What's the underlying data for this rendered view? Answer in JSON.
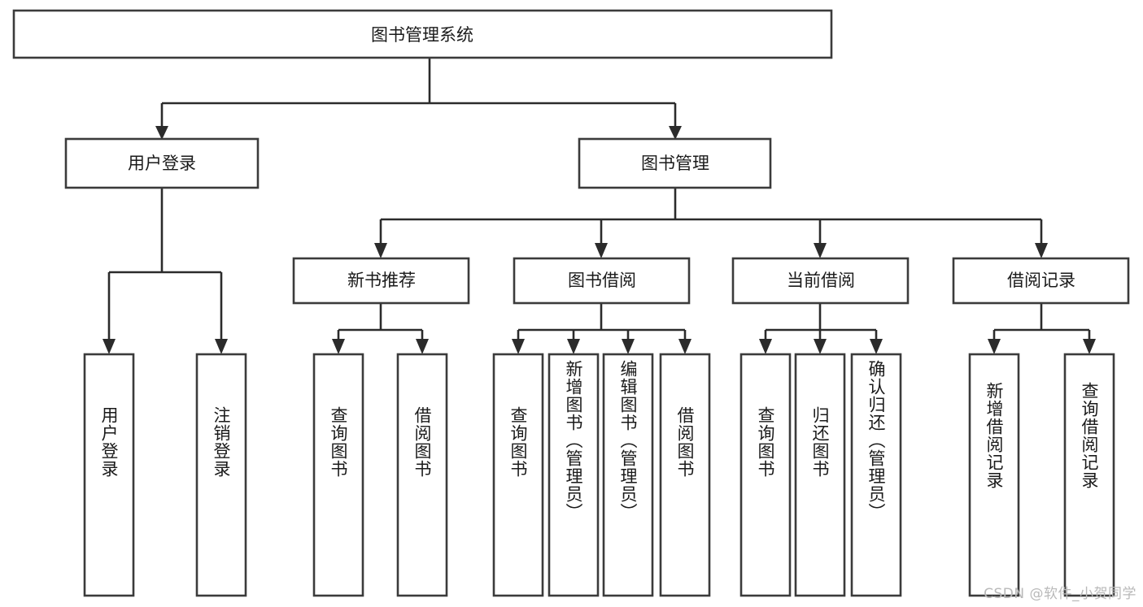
{
  "diagram": {
    "title": "图书管理系统",
    "type": "tree-hierarchy-chart",
    "root": {
      "id": "root",
      "label": "图书管理系统",
      "orientation": "horizontal-text"
    },
    "level2": [
      {
        "id": "user-login",
        "label": "用户登录",
        "orientation": "horizontal-text"
      },
      {
        "id": "book-manage",
        "label": "图书管理",
        "orientation": "horizontal-text"
      }
    ],
    "level3": [
      {
        "id": "new-book-recommend",
        "label": "新书推荐",
        "parent": "book-manage",
        "orientation": "horizontal-text"
      },
      {
        "id": "book-borrow",
        "label": "图书借阅",
        "parent": "book-manage",
        "orientation": "horizontal-text"
      },
      {
        "id": "current-borrow",
        "label": "当前借阅",
        "parent": "book-manage",
        "orientation": "horizontal-text"
      },
      {
        "id": "borrow-record",
        "label": "借阅记录",
        "parent": "book-manage",
        "orientation": "horizontal-text"
      }
    ],
    "leaves": [
      {
        "id": "leaf-user-login",
        "label": "用户登录",
        "parent": "user-login",
        "orientation": "vertical-text"
      },
      {
        "id": "leaf-logout",
        "label": "注销登录",
        "parent": "user-login",
        "orientation": "vertical-text"
      },
      {
        "id": "leaf-query-book-1",
        "label": "查询图书",
        "parent": "new-book-recommend",
        "orientation": "vertical-text"
      },
      {
        "id": "leaf-borrow-book-1",
        "label": "借阅图书",
        "parent": "new-book-recommend",
        "orientation": "vertical-text"
      },
      {
        "id": "leaf-query-book-2",
        "label": "查询图书",
        "parent": "book-borrow",
        "orientation": "vertical-text"
      },
      {
        "id": "leaf-add-book",
        "label": "新增图书（管理员）",
        "parent": "book-borrow",
        "orientation": "vertical-text"
      },
      {
        "id": "leaf-edit-book",
        "label": "编辑图书（管理员）",
        "parent": "book-borrow",
        "orientation": "vertical-text"
      },
      {
        "id": "leaf-borrow-book-2",
        "label": "借阅图书",
        "parent": "book-borrow",
        "orientation": "vertical-text"
      },
      {
        "id": "leaf-query-book-3",
        "label": "查询图书",
        "parent": "current-borrow",
        "orientation": "vertical-text"
      },
      {
        "id": "leaf-return-book",
        "label": "归还图书",
        "parent": "current-borrow",
        "orientation": "vertical-text"
      },
      {
        "id": "leaf-confirm-return",
        "label": "确认归还（管理员）",
        "parent": "current-borrow",
        "orientation": "vertical-text"
      },
      {
        "id": "leaf-add-record",
        "label": "新增借阅记录",
        "parent": "borrow-record",
        "orientation": "vertical-text"
      },
      {
        "id": "leaf-query-record",
        "label": "查询借阅记录",
        "parent": "borrow-record",
        "orientation": "vertical-text"
      }
    ],
    "watermark": "CSDN @软件_小贺同学",
    "colors": {
      "background": "#ffffff",
      "box_stroke": "#3b3b3b",
      "connector": "#2b2b2b",
      "text": "#1a1a1a",
      "watermark": "#b9b9b9"
    }
  }
}
